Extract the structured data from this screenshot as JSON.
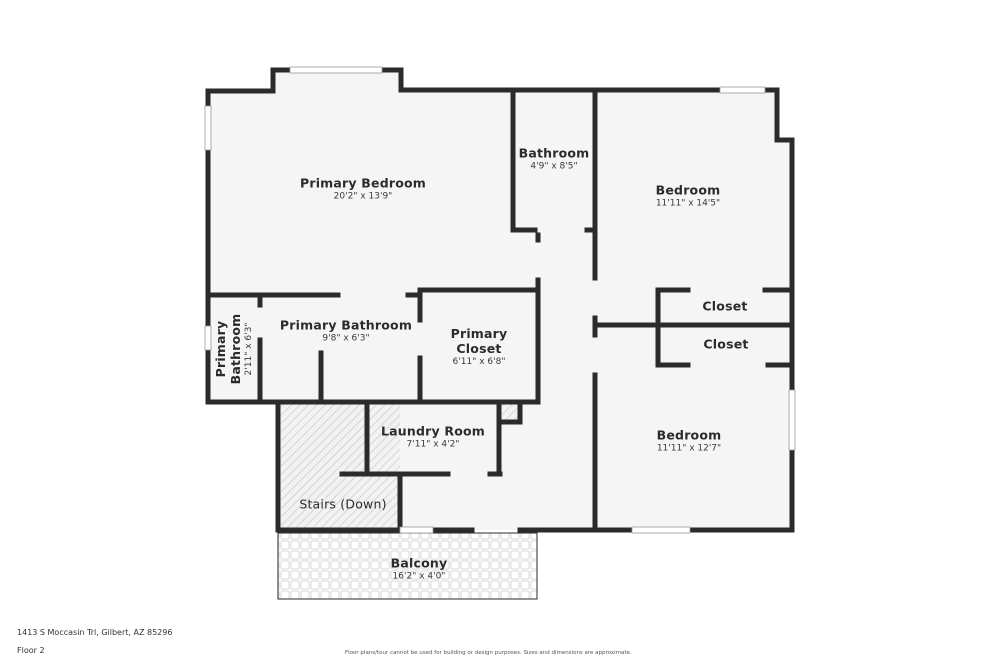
{
  "colors": {
    "wall": "#2b2b2b",
    "floor": "#f5f5f5",
    "window": "#ffffff",
    "hatch": "#bdbdbd"
  },
  "footer": {
    "address": "1413 S Moccasin Trl, Gilbert, AZ 85296",
    "floor": "Floor 2",
    "disclaimer": "Floor plans/tour cannot be used for building or design purposes. Sizes and dimensions are approximate."
  },
  "rooms": [
    {
      "name": "Primary Bedroom",
      "dims": "20'2\" x 13'9\""
    },
    {
      "name": "Bathroom",
      "dims": "4'9\" x 8'5\""
    },
    {
      "name": "Bedroom",
      "dims": "11'11\" x 14'5\""
    },
    {
      "name": "Closet",
      "dims": ""
    },
    {
      "name": "Closet",
      "dims": ""
    },
    {
      "name": "Primary Bathroom",
      "dims": "9'8\" x 6'3\""
    },
    {
      "name": "Primary Closet",
      "dims": "6'11\" x 6'8\""
    },
    {
      "name": "Primary Bathroom",
      "dims": "2'11\" x 6'3\""
    },
    {
      "name": "Laundry Room",
      "dims": "7'11\" x 4'2\""
    },
    {
      "name": "Bedroom",
      "dims": "11'11\" x 12'7\""
    },
    {
      "name": "Stairs (Down)",
      "dims": ""
    },
    {
      "name": "Balcony",
      "dims": "16'2\" x 4'0\""
    }
  ]
}
